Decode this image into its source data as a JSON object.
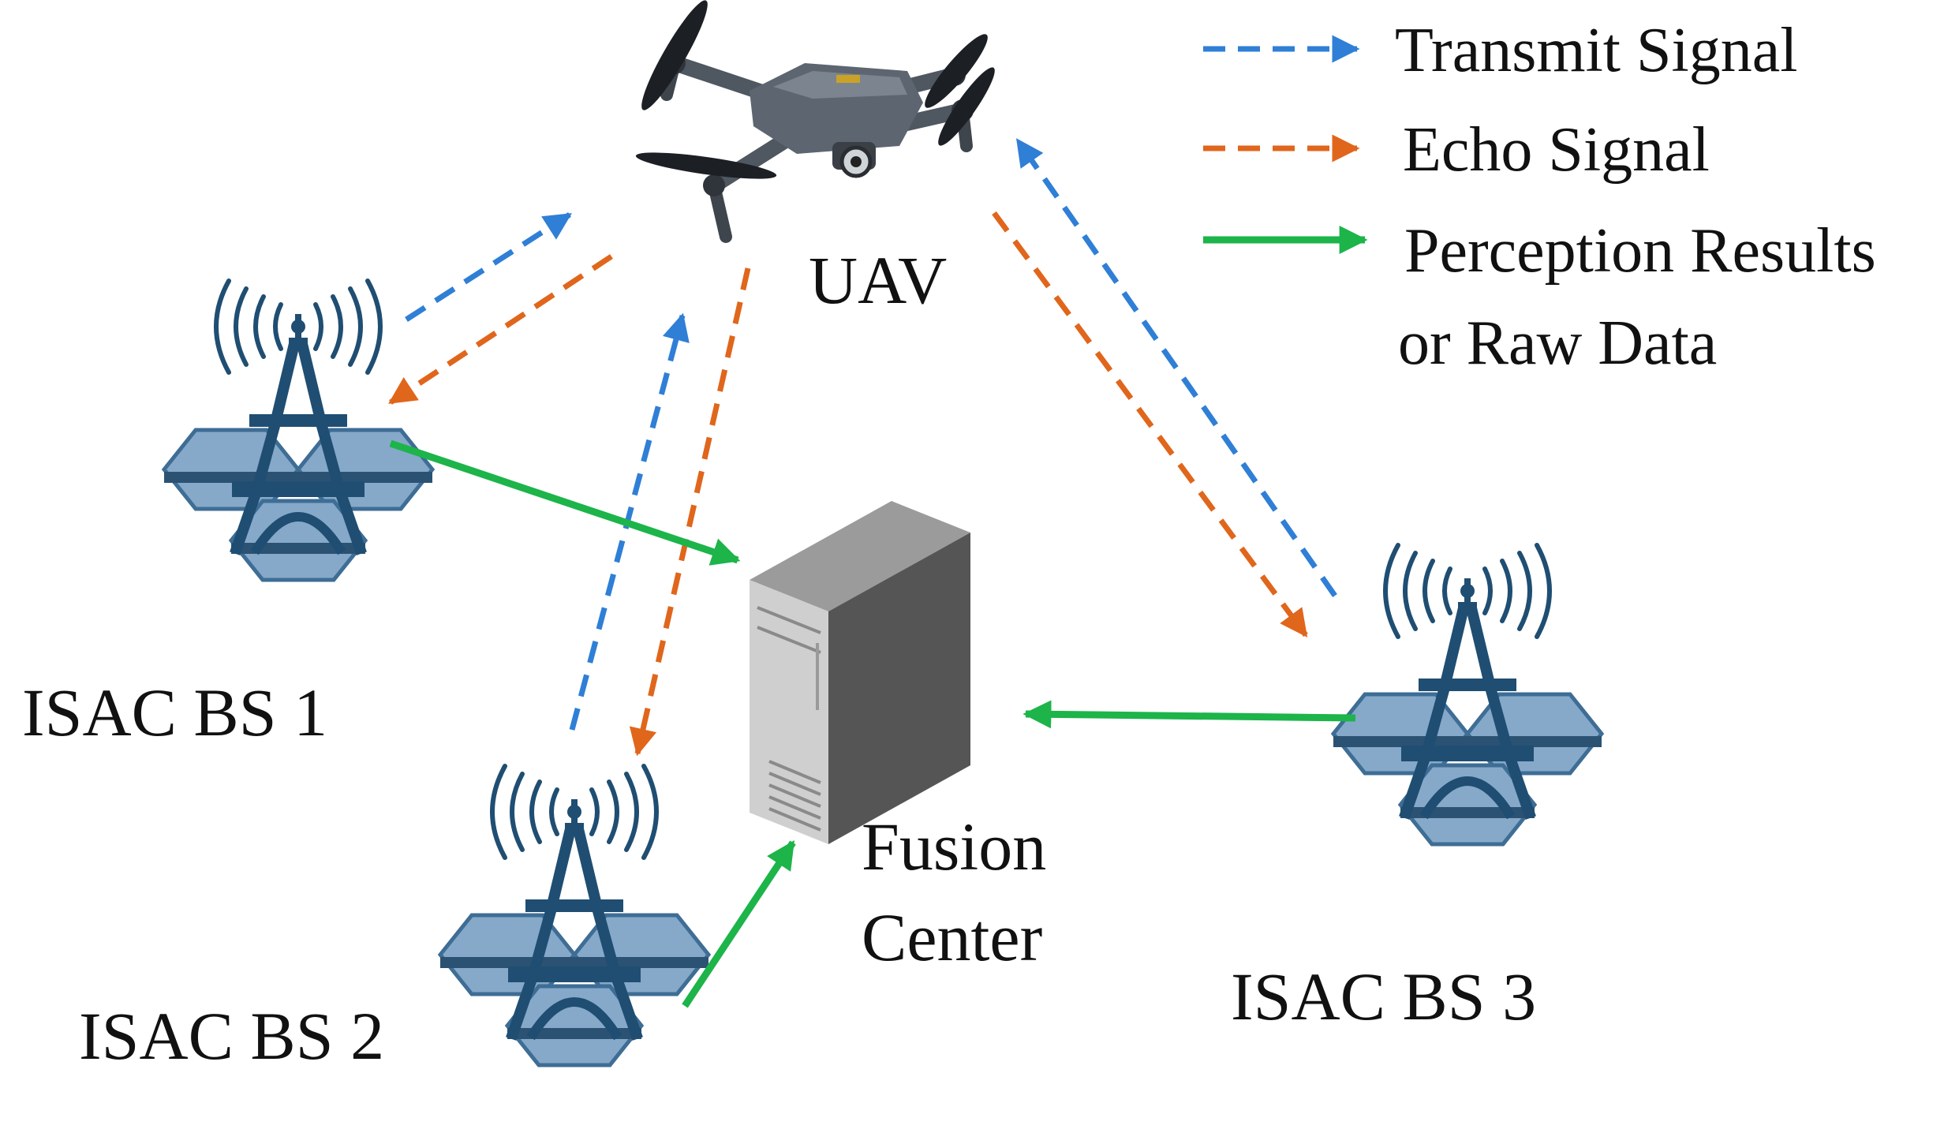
{
  "legend": {
    "transmit": "Transmit Signal",
    "echo": "Echo Signal",
    "perception_line1": "Perception Results",
    "perception_line2": "or Raw Data"
  },
  "nodes": {
    "uav": "UAV",
    "bs1": "ISAC BS 1",
    "bs2": "ISAC BS 2",
    "bs3": "ISAC BS 3",
    "fusion_line1": "Fusion",
    "fusion_line2": "Center"
  },
  "colors": {
    "transmit": "#2f7fd6",
    "echo": "#e0661c",
    "perception": "#1db44a",
    "tower": "#1f4e72",
    "hex_fill": "#86a9c9",
    "hex_edge": "#3e6d95",
    "server_front": "#cfcfcf",
    "server_side": "#555555",
    "drone_body": "#5d6570"
  }
}
